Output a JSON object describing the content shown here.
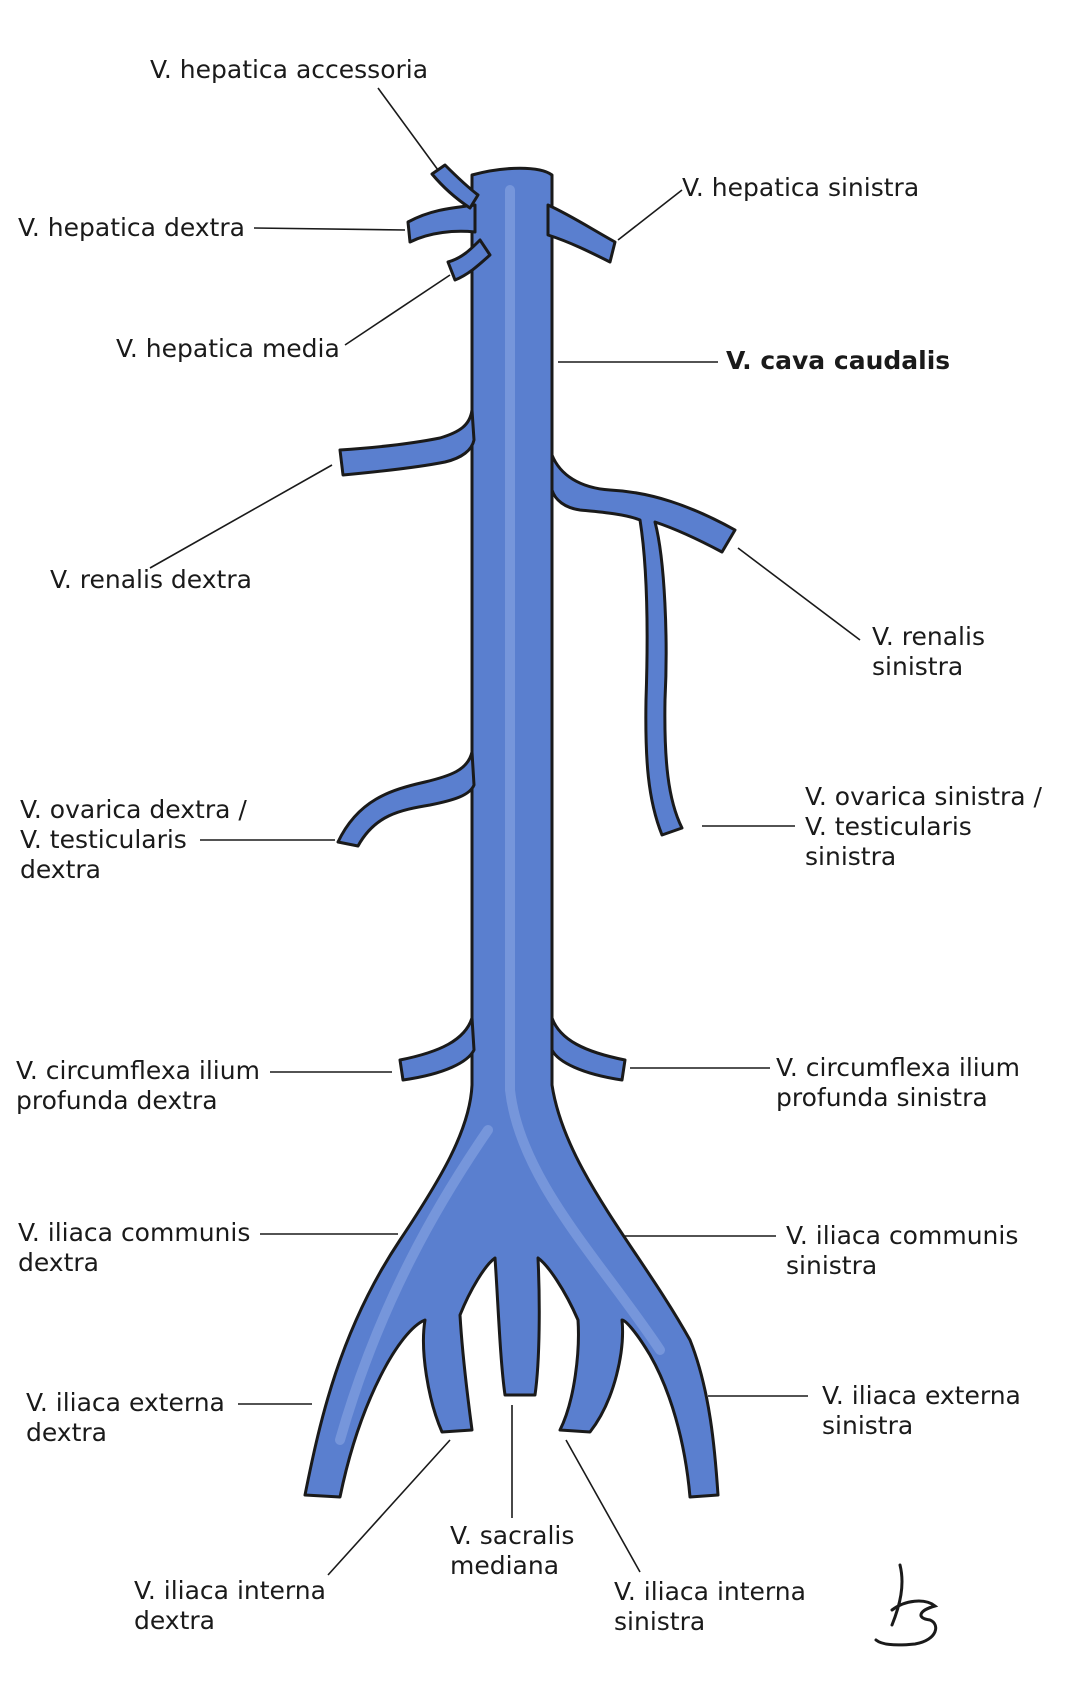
{
  "labels": {
    "hepatica_accessoria": "V. hepatica accessoria",
    "hepatica_dextra": "V. hepatica dextra",
    "hepatica_sinistra": "V. hepatica sinistra",
    "hepatica_media": "V. hepatica media",
    "cava_caudalis": "V. cava caudalis",
    "renalis_dextra": "V. renalis dextra",
    "renalis_sinistra": [
      "V. renalis",
      "sinistra"
    ],
    "ovarica_dextra": [
      "V. ovarica dextra /",
      "V. testicularis",
      "dextra"
    ],
    "ovarica_sinistra": [
      "V. ovarica sinistra /",
      "V. testicularis",
      "sinistra"
    ],
    "circumflexa_dextra": [
      "V. circumflexa ilium",
      "profunda dextra"
    ],
    "circumflexa_sinistra": [
      "V. circumflexa ilium",
      "profunda sinistra"
    ],
    "iliaca_communis_dextra": [
      "V. iliaca communis",
      "dextra"
    ],
    "iliaca_communis_sinistra": [
      "V. iliaca communis",
      "sinistra"
    ],
    "iliaca_externa_dextra": [
      "V. iliaca externa",
      "dextra"
    ],
    "iliaca_externa_sinistra": [
      "V. iliaca externa",
      "sinistra"
    ],
    "sacralis_mediana": [
      "V. sacralis",
      "mediana"
    ],
    "iliaca_interna_dextra": [
      "V. iliaca interna",
      "dextra"
    ],
    "iliaca_interna_sinistra": [
      "V. iliaca interna",
      "sinistra"
    ]
  },
  "colors": {
    "vein": "#5a7fcf",
    "vein_highlight": "#8ea9e6",
    "outline": "#1a1a1a"
  }
}
